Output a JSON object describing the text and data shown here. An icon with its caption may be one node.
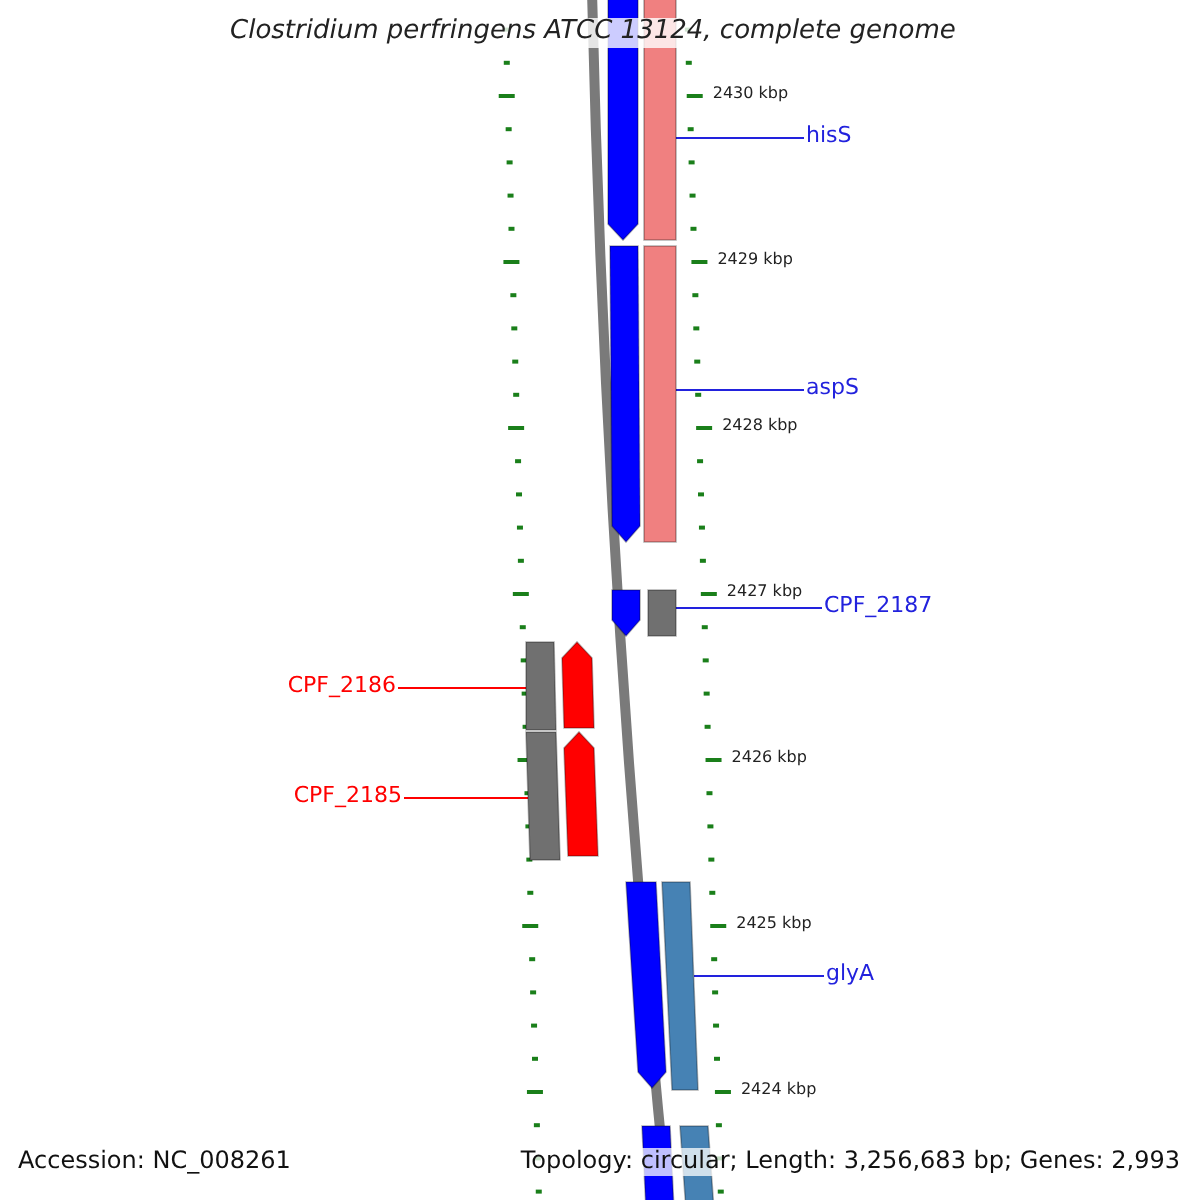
{
  "diagram": {
    "title": "Clostridium perfringens ATCC 13124, complete genome",
    "nodes": [
      {
        "text": [
          "hisS"
        ]
      },
      {
        "text": [],
        "shape": "bar"
      },
      {
        "text": [
          "aspS"
        ]
      },
      {
        "text": [],
        "shape": "bar"
      },
      {
        "text": [
          "CPF_2187"
        ]
      },
      {
        "text": [],
        "shape": "bar"
      },
      {
        "text": [
          "CPF_2186"
        ]
      },
      {
        "text": [],
        "shape": "bar"
      },
      {
        "text": [
          "CPF_2185"
        ]
      },
      {
        "text": [],
        "shape": "bar"
      },
      {
        "text": [
          "glyA"
        ]
      },
      {
        "text": [],
        "shape": "bar"
      },
      {
        "text": [],
        "shape": "arrow"
      },
      {
        "text": [],
        "shape": "arrow"
      },
      {
        "text": [],
        "shape": "arrow"
      },
      {
        "text": [],
        "shape": "arrow"
      },
      {
        "text": [],
        "shape": "arrow"
      },
      {
        "text": [],
        "shape": "arrow"
      },
      {
        "text": [],
        "shape": "bar"
      },
      {
        "text": [],
        "shape": "bar"
      }
    ],
    "edges": [
      {
        "from": 0,
        "to": 1,
        "arrow": "none"
      },
      {
        "from": 2,
        "to": 3,
        "arrow": "none"
      },
      {
        "from": 4,
        "to": 5,
        "arrow": "none"
      },
      {
        "from": 6,
        "to": 7,
        "arrow": "none",
        "color": "#ff0000"
      },
      {
        "from": 8,
        "to": 9,
        "arrow": "none",
        "color": "#ff0000"
      },
      {
        "from": 10,
        "to": 11,
        "arrow": "none"
      }
    ],
    "labels": [
      "2430 kbp",
      "2429 kbp",
      "2428 kbp",
      "2427 kbp",
      "2426 kbp",
      "2425 kbp",
      "2424 kbp",
      "Accession: NC_008261",
      "Topology: circular; Length: 3,256,683 bp; Genes: 2,993"
    ]
  }
}
